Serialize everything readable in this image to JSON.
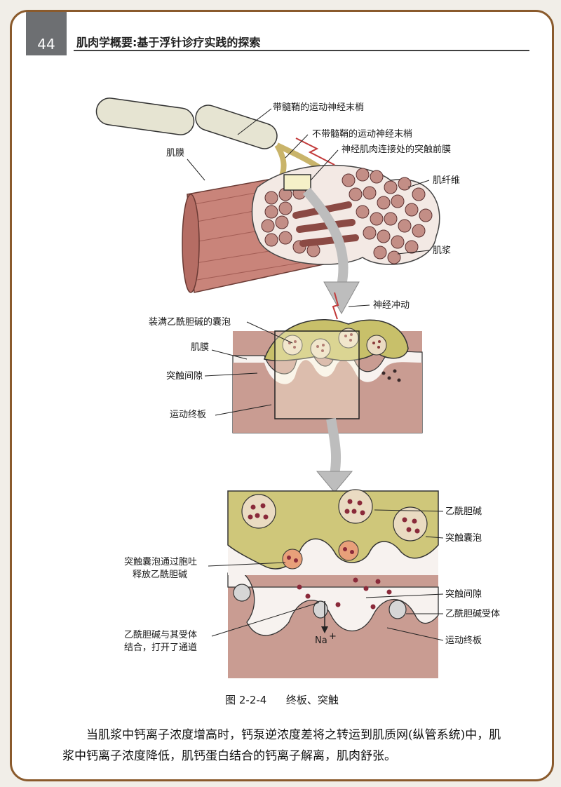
{
  "header": {
    "page_number": "44",
    "running_title": "肌肉学概要:基于浮针诊疗实践的探索"
  },
  "figure": {
    "caption_number": "图 2-2-4",
    "caption_title": "终板、突触",
    "panel1": {
      "myelinated_terminal": "带髓鞘的运动神经末梢",
      "unmyelinated_terminal": "不带髓鞘的运动神经末梢",
      "presynaptic_membrane": "神经肌肉连接处的突触前膜",
      "sarcolemma": "肌膜",
      "muscle_fiber": "肌纤维",
      "sarcoplasm": "肌浆"
    },
    "panel2": {
      "nerve_impulse": "神经冲动",
      "ach_vesicles": "装满乙酰胆碱的囊泡",
      "sarcolemma": "肌膜",
      "synaptic_cleft": "突触间隙",
      "motor_endplate": "运动终板"
    },
    "panel3": {
      "acetylcholine": "乙酰胆碱",
      "synaptic_vesicle": "突触囊泡",
      "exocytosis_line1": "突触囊泡通过胞吐",
      "exocytosis_line2": "释放乙酰胆碱",
      "synaptic_cleft": "突触间隙",
      "ach_receptor": "乙酰胆碱受体",
      "binding_line1": "乙酰胆碱与其受体",
      "binding_line2": "结合，打开了通道",
      "motor_endplate": "运动终板",
      "ion_na": "Na",
      "ion_charge": "+"
    }
  },
  "body": {
    "paragraph": "当肌浆中钙离子浓度增高时，钙泵逆浓度差将之转运到肌质网(纵管系统)中，肌浆中钙离子浓度降低，肌钙蛋白结合的钙离子解离，肌肉舒张。"
  }
}
